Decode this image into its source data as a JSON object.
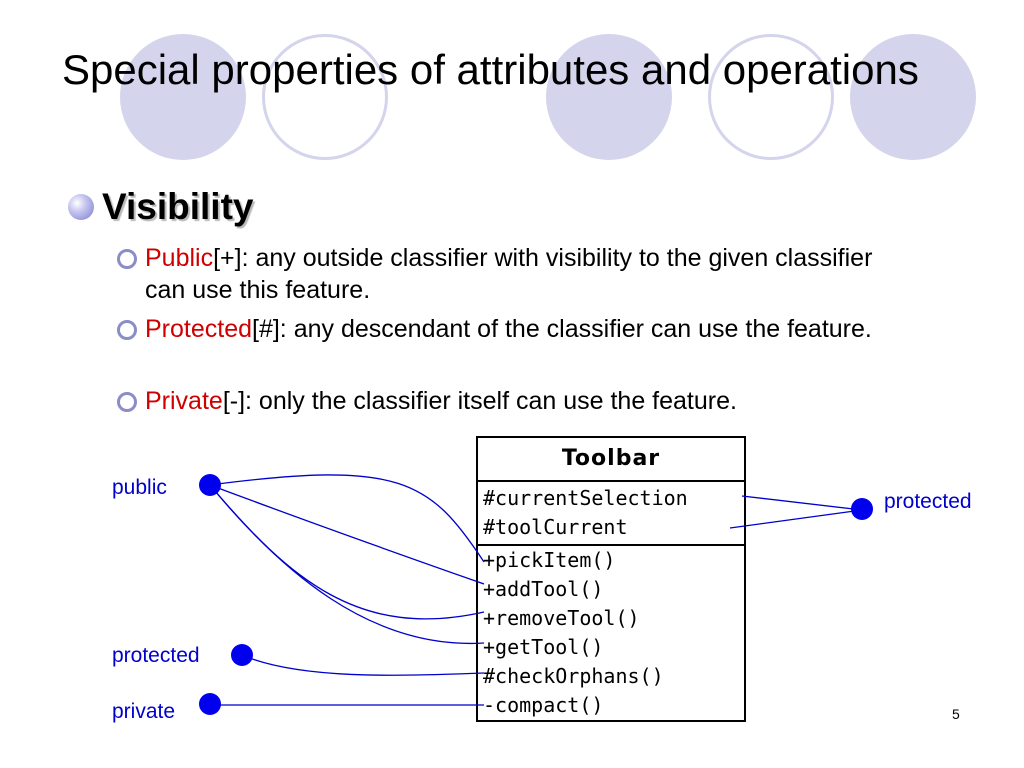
{
  "slide": {
    "title": "Special properties of attributes and operations",
    "bullet": "Visibility",
    "items": [
      {
        "term": "Public",
        "symbol": "[+]",
        "sep": ":",
        "text": " any outside classifier with visibility to the given classifier can use this feature."
      },
      {
        "term": "Protected",
        "symbol": "[#]:",
        "sep": "",
        "text": " any descendant of the classifier can use the feature."
      },
      {
        "term": "Private",
        "symbol": "[-]:",
        "sep": "",
        "text": " only the classifier itself can use the feature."
      }
    ],
    "page_number": "5"
  },
  "diagram": {
    "class_name": "Toolbar",
    "attributes": [
      "#currentSelection",
      "#toolCurrent"
    ],
    "operations": [
      "+pickItem()",
      "+addTool()",
      "+removeTool()",
      "+getTool()",
      "#checkOrphans()",
      "-compact()"
    ],
    "labels": {
      "public": "public",
      "protected_left": "protected",
      "private": "private",
      "protected_right": "protected"
    },
    "connector_color": "#0000cc"
  }
}
